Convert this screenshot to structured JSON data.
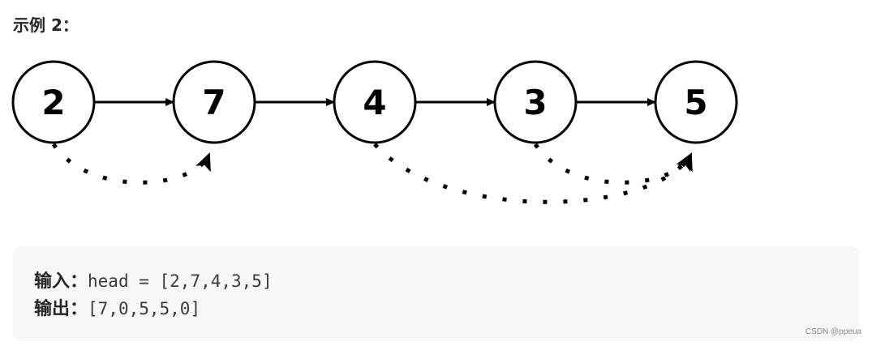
{
  "heading": "示例 2：",
  "diagram": {
    "nodes": [
      {
        "label": "2"
      },
      {
        "label": "7"
      },
      {
        "label": "4"
      },
      {
        "label": "3"
      },
      {
        "label": "5"
      }
    ],
    "next_edges": [
      {
        "from": 0,
        "to": 1
      },
      {
        "from": 1,
        "to": 2
      },
      {
        "from": 2,
        "to": 3
      },
      {
        "from": 3,
        "to": 4
      }
    ],
    "answer_edges": [
      {
        "from": 0,
        "to": 1
      },
      {
        "from": 2,
        "to": 4
      },
      {
        "from": 3,
        "to": 4
      }
    ]
  },
  "code": {
    "input_label": "输入：",
    "input_value": "head = [2,7,4,3,5]",
    "output_label": "输出：",
    "output_value": "[7,0,5,5,0]"
  },
  "watermark": "CSDN @ppeua"
}
